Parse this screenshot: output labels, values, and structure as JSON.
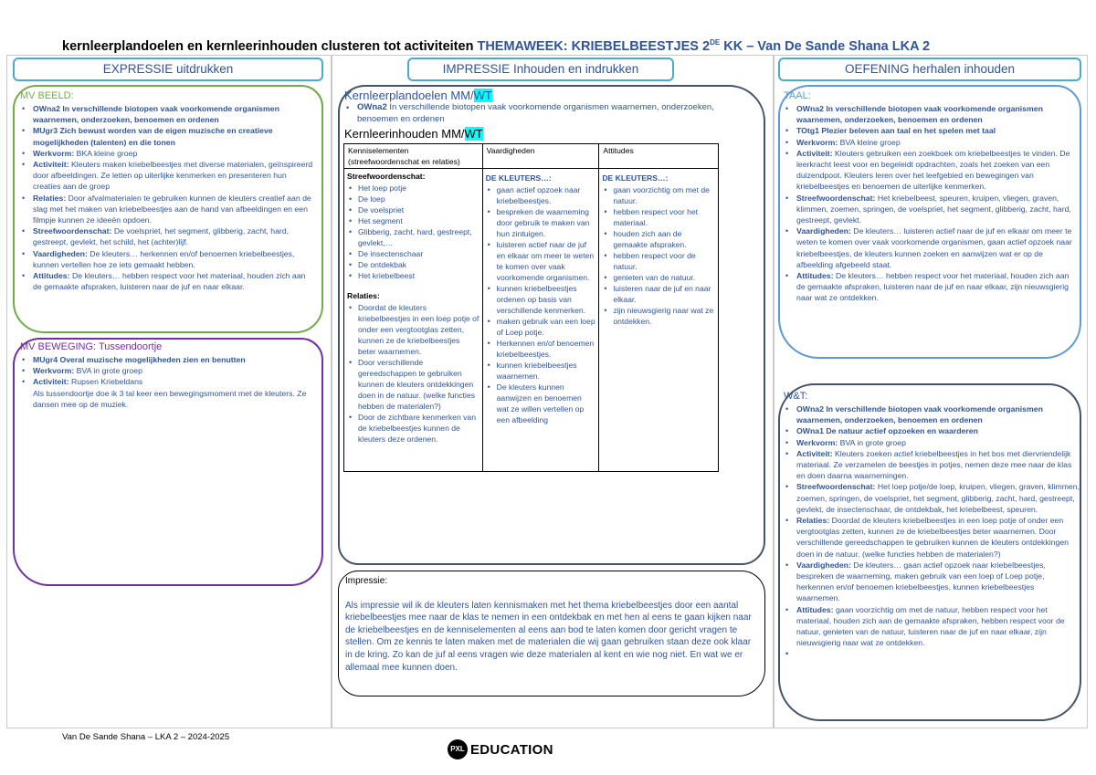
{
  "title": {
    "main": "kernleerplandoelen en kernleerinhouden clusteren tot activiteiten",
    "theme_prefix": "THEMAWEEK: KRIEBELBEESTJES 2",
    "theme_sup": "DE",
    "theme_suffix": " KK – Van De Sande Shana LKA 2"
  },
  "columns": {
    "expressie": {
      "header": "EXPRESSIE  uitdrukken"
    },
    "impressie": {
      "header": "IMPRESSIE  Inhouden en indrukken"
    },
    "oefening": {
      "header": "OEFENING  herhalen inhouden"
    }
  },
  "mv_beeld": {
    "title": "MV BEELD:",
    "items": [
      {
        "label": "OWna2",
        "text": "  In verschillende biotopen vaak voorkomende organismen waarnemen, onderzoeken, benoemen en ordenen",
        "bold_text": true
      },
      {
        "label": "MUgr3",
        "text": "  Zich bewust worden van de eigen muzische en creatieve mogelijkheden (talenten) en die tonen",
        "bold_text": true
      },
      {
        "label": "Werkvorm:",
        "text": " BKA kleine groep"
      },
      {
        "label": "Activiteit:",
        "text": " Kleuters maken kriebelbeestjes met diverse materialen, geïnspireerd door afbeeldingen. Ze letten op uiterlijke kenmerken en presenteren hun creaties aan de groep"
      },
      {
        "label": "Relaties:",
        "text": " Door afvalmaterialen te gebruiken kunnen de kleuters creatief aan de slag met het maken van kriebelbeestjes aan de hand van afbeeldingen en een filmpje kunnen ze ideeën opdoen."
      },
      {
        "label": "Streefwoordenschat:",
        "text": " De voelspriet, het segment, glibberig, zacht, hard, gestreept, gevlekt, het schild, het (achter)lijf."
      },
      {
        "label": "Vaardigheden:",
        "text": " De kleuters… herkennen en/of benoemen kriebelbeestjes, kunnen vertellen hoe ze iets gemaakt hebben."
      },
      {
        "label": "Attitudes:",
        "text": " De kleuters… hebben respect voor het materiaal, houden zich aan de gemaakte afspraken, luisteren naar de juf en naar elkaar."
      }
    ]
  },
  "mv_beweging": {
    "title": "MV BEWEGING: Tussendoortje",
    "items": [
      {
        "label": "MUgr4",
        "text": "  Overal muzische mogelijkheden zien en benutten",
        "bold_text": true
      },
      {
        "label": "Werkvorm:",
        "text": " BVA in grote groep"
      },
      {
        "label": "Activiteit:",
        "text": " Rupsen Kriebeldans"
      }
    ],
    "extra": "Als tussendoortje doe ik 3 tal keer een bewegingsmoment met de kleuters. Ze dansen mee op de muziek."
  },
  "kernleerplandoelen": {
    "title": "Kernleerplandoelen MM/",
    "wt": "WT",
    "item_label": "OWna2",
    "item_text": "  In verschillende biotopen vaak voorkomende organismen waarnemen, onderzoeken, benoemen en ordenen"
  },
  "kernleerinhouden": {
    "title": "Kernleerinhouden MM/",
    "wt": "WT",
    "headers": [
      "Kenniselementen (streefwoordenschat en relaties)",
      "Vaardigheden",
      "Attitudes"
    ],
    "kennis_sub": "Streefwoordenschat:",
    "kennis_items": [
      "Het loep potje",
      "De loep",
      "De voelspriet",
      "Het segment",
      "Glibberig, zacht, hard, gestreept, gevlekt,…",
      "De insectenschaar",
      "De ontdekbak",
      "Het kriebelbeest"
    ],
    "relaties_sub": "Relaties:",
    "relaties_items": [
      "Doordat de kleuters kriebelbeestjes in een loep potje of onder een vergtootglas zetten, kunnen ze de kriebelbeestjes beter waarnemen.",
      "Door verschillende gereedschappen te gebruiken kunnen de kleuters ontdekkingen doen in de natuur. (welke functies hebben de materialen?)",
      "Door de zichtbare kenmerken van de kriebelbeestjes kunnen de kleuters deze ordenen."
    ],
    "vaard_sub": "DE KLEUTERS…:",
    "vaard_items": [
      "gaan actief opzoek naar kriebelbeestjes.",
      "bespreken de waarneming door gebruik te maken van hun zintuigen.",
      "luisteren actief naar  de juf en elkaar om meer te weten te komen over vaak voorkomende organismen.",
      "kunnen kriebelbeestjes ordenen op basis van verschillende kenmerken.",
      "maken gebruik van een loep of Loep potje.",
      "Herkennen en/of benoemen kriebelbeestjes.",
      "kunnen kriebelbeestjes waarnemen.",
      "De kleuters kunnen aanwijzen en benoemen wat ze willen vertellen op een afbeelding"
    ],
    "att_sub": "DE KLEUTERS…:",
    "att_items": [
      "gaan voorzichtig om met de natuur.",
      "hebben respect voor het materiaal.",
      "houden zich aan de gemaakte afspraken.",
      "hebben respect voor de natuur.",
      "genieten van de natuur.",
      "luisteren naar de juf en naar elkaar.",
      "zijn nieuwsgierig naar wat ze ontdekken."
    ]
  },
  "impressie": {
    "title": "Impressie:",
    "text": "Als impressie wil ik de kleuters laten kennismaken met het thema kriebelbeestjes door een aantal kriebelbeestjes mee naar de klas te nemen in een ontdekbak en met hen al eens te gaan kijken naar de kriebelbeestjes en de kenniselementen al eens aan bod te laten komen door gericht vragen te stellen. Om ze kennis te laten maken met de materialen die wij gaan gebruiken staan deze ook klaar in de kring. Zo kan de juf al eens vragen wie deze materialen al kent en wie nog niet. En wat we er allemaal mee kunnen doen."
  },
  "taal": {
    "title": "TAAL:",
    "items": [
      {
        "label": "OWna2",
        "text": "  In verschillende biotopen vaak voorkomende organismen waarnemen, onderzoeken, benoemen en ordenen",
        "bold_text": true
      },
      {
        "label": "TOtg1",
        "text": "    Plezier beleven aan taal en het spelen met taal",
        "bold_text": true
      },
      {
        "label": "Werkvorm:",
        "text": " BVA kleine groep"
      },
      {
        "label": "Activiteit:",
        "text": " Kleuters gebruiken een zoekboek om kriebelbeestjes te vinden. De leerkracht leest voor en begeleidt opdrachten, zoals het zoeken van een duizendpoot. Kleuters leren over het leefgebied en bewegingen van kriebelbeestjes en benoemen de uiterlijke kenmerken."
      },
      {
        "label": "Streefwoordenschat:",
        "text": " Het kriebelbeest, speuren, kruipen, vliegen, graven, klimmen, zoemen, springen, de voelspriet, het segment, glibberig, zacht, hard, gestreept, gevlekt."
      },
      {
        "label": "Vaardigheden:",
        "text": " De kleuters… luisteren actief naar  de juf en elkaar om meer te weten te komen over vaak voorkomende organismen, gaan actief opzoek naar kriebelbeestjes, de kleuters kunnen zoeken en aanwijzen wat er op de afbeelding afgebeeld staat."
      },
      {
        "label": "Attitudes:",
        "text": " De kleuters… hebben respect voor het materiaal, houden zich aan de gemaakte afspraken, luisteren naar de juf en naar elkaar, zijn nieuwsgierig naar wat ze ontdekken."
      }
    ]
  },
  "wt": {
    "title": "W&T:",
    "items": [
      {
        "label": "OWna2",
        "text": "  In verschillende biotopen vaak voorkomende organismen waarnemen, onderzoeken, benoemen en ordenen",
        "bold_text": true
      },
      {
        "label": "OWna1",
        "text": "  De natuur actief opzoeken en waarderen",
        "bold_text": true
      },
      {
        "label": "Werkvorm:",
        "text": " BVA in grote groep"
      },
      {
        "label": "Activiteit:",
        "text": " Kleuters zoeken actief kriebelbeestjes in het bos met diervriendelijk materiaal. Ze verzamelen de beestjes in potjes, nemen deze mee naar de klas en doen daarna waarnemingen."
      },
      {
        "label": "Streefwoordenschat:",
        "text": " Het loep potje/de loep, kruipen, vliegen, graven, klimmen, zoemen, springen, de voelspriet, het segment, glibberig, zacht, hard, gestreept, gevlekt, de insectenschaar, de ontdekbak, het kriebelbeest, speuren."
      },
      {
        "label": "Relaties:",
        "text": " Doordat de kleuters kriebelbeestjes in een loep potje of onder een vergtootglas zetten, kunnen ze de kriebelbeestjes beter waarnemen. Door verschillende gereedschappen te gebruiken kunnen de kleuters ontdekkingen doen in de natuur. (welke functies hebben de materialen?)"
      },
      {
        "label": "Vaardigheden:",
        "text": " De kleuters… gaan actief opzoek naar kriebelbeestjes, bespreken de waarneming, maken gebruik van een loep of Loep potje, herkennen en/of benoemen kriebelbeestjes, kunnen kriebelbeestjes waarnemen."
      },
      {
        "label": "Attitudes:",
        "text": " gaan voorzichtig om met de natuur, hebben respect voor het materiaal, houden zich aan de gemaakte afspraken, hebben respect voor de natuur, genieten van de natuur, luisteren naar de juf en naar elkaar, zijn nieuwsgierig naar wat ze ontdekken."
      },
      {
        "label": "",
        "text": ""
      },
      {
        "label": "",
        "text": ""
      }
    ]
  },
  "footer": {
    "text": "Van De Sande Shana – LKA 2 – 2024-2025",
    "logo_mark": "PXL",
    "logo_word": "EDUCATION"
  }
}
